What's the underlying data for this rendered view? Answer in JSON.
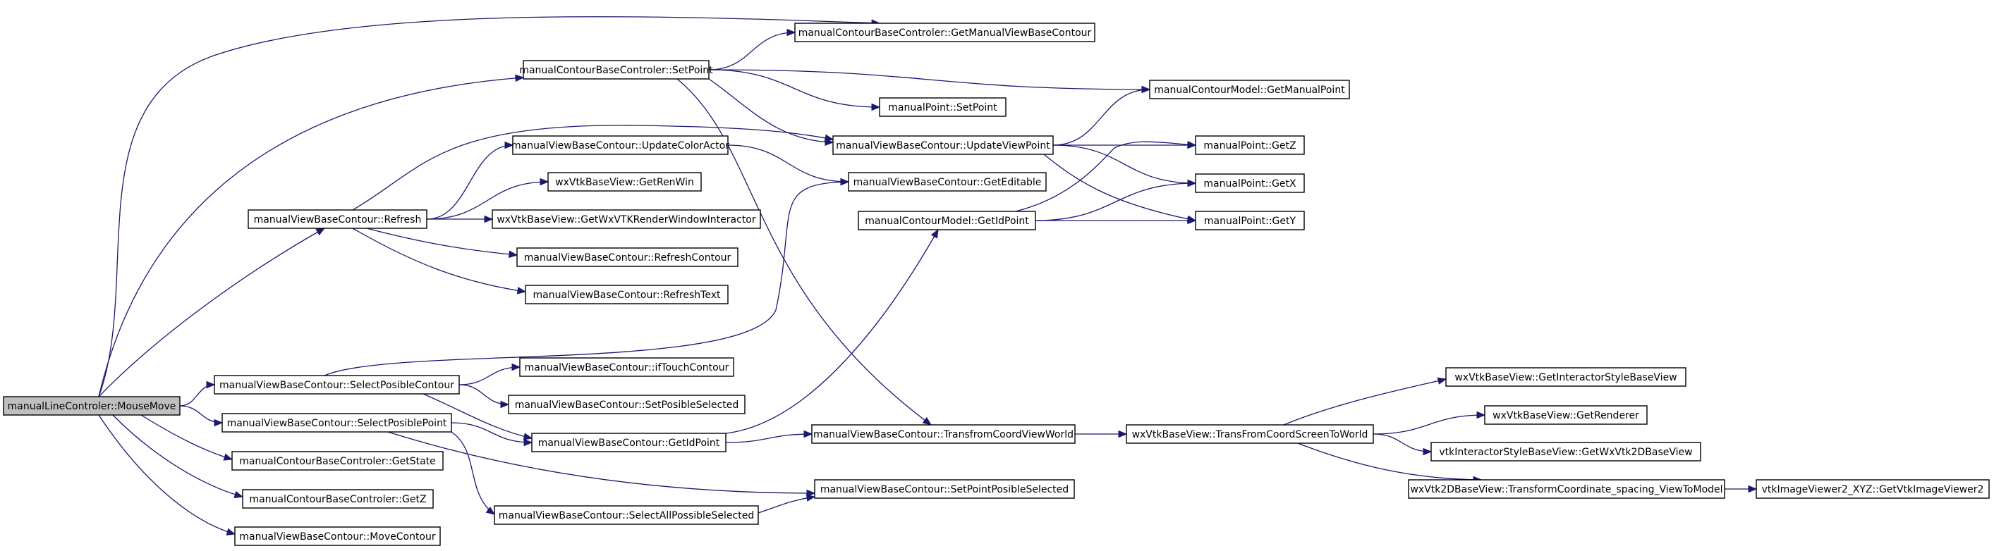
{
  "graph": {
    "root": "manualLineControler::MouseMove",
    "nodes": [
      {
        "id": "root",
        "label": "manualLineControler::MouseMove"
      },
      {
        "id": "getManualViewBaseContour",
        "label": "manualContourBaseControler::GetManualViewBaseContour"
      },
      {
        "id": "setPoint",
        "label": "manualContourBaseControler::SetPoint"
      },
      {
        "id": "getManualPoint",
        "label": "manualContourModel::GetManualPoint"
      },
      {
        "id": "manualPointSetPoint",
        "label": "manualPoint::SetPoint"
      },
      {
        "id": "updateColorActor",
        "label": "manualViewBaseContour::UpdateColorActor"
      },
      {
        "id": "updateViewPoint",
        "label": "manualViewBaseContour::UpdateViewPoint"
      },
      {
        "id": "getZ",
        "label": "manualPoint::GetZ"
      },
      {
        "id": "getRenWin",
        "label": "wxVtkBaseView::GetRenWin"
      },
      {
        "id": "getEditable",
        "label": "manualViewBaseContour::GetEditable"
      },
      {
        "id": "getX",
        "label": "manualPoint::GetX"
      },
      {
        "id": "refresh",
        "label": "manualViewBaseContour::Refresh"
      },
      {
        "id": "getWxVTKRenderWindowInteractor",
        "label": "wxVtkBaseView::GetWxVTKRenderWindowInteractor"
      },
      {
        "id": "getIdPointModel",
        "label": "manualContourModel::GetIdPoint"
      },
      {
        "id": "getY",
        "label": "manualPoint::GetY"
      },
      {
        "id": "refreshContour",
        "label": "manualViewBaseContour::RefreshContour"
      },
      {
        "id": "refreshText",
        "label": "manualViewBaseContour::RefreshText"
      },
      {
        "id": "ifTouchContour",
        "label": "manualViewBaseContour::ifTouchContour"
      },
      {
        "id": "selectPosibleContour",
        "label": "manualViewBaseContour::SelectPosibleContour"
      },
      {
        "id": "getInteractorStyleBaseView",
        "label": "wxVtkBaseView::GetInteractorStyleBaseView"
      },
      {
        "id": "setPosibleSelected",
        "label": "manualViewBaseContour::SetPosibleSelected"
      },
      {
        "id": "getRenderer",
        "label": "wxVtkBaseView::GetRenderer"
      },
      {
        "id": "selectPosiblePoint",
        "label": "manualViewBaseContour::SelectPosiblePoint"
      },
      {
        "id": "transfromCoordViewWorld",
        "label": "manualViewBaseContour::TransfromCoordViewWorld"
      },
      {
        "id": "transFromCoordScreenToWorld",
        "label": "wxVtkBaseView::TransFromCoordScreenToWorld"
      },
      {
        "id": "getIdPointView",
        "label": "manualViewBaseContour::GetIdPoint"
      },
      {
        "id": "getWxVtk2DBaseView",
        "label": "vtkInteractorStyleBaseView::GetWxVtk2DBaseView"
      },
      {
        "id": "getState",
        "label": "manualContourBaseControler::GetState"
      },
      {
        "id": "transformCoordinateSpacing",
        "label": "wxVtk2DBaseView::TransformCoordinate_spacing_ViewToModel"
      },
      {
        "id": "getVtkImageViewer2",
        "label": "vtkImageViewer2_XYZ::GetVtkImageViewer2"
      },
      {
        "id": "setPointPosibleSelected",
        "label": "manualViewBaseContour::SetPointPosibleSelected"
      },
      {
        "id": "controlerGetZ",
        "label": "manualContourBaseControler::GetZ"
      },
      {
        "id": "selectAllPossibleSelected",
        "label": "manualViewBaseContour::SelectAllPossibleSelected"
      },
      {
        "id": "moveContour",
        "label": "manualViewBaseContour::MoveContour"
      }
    ],
    "edges": [
      {
        "from": "root",
        "to": "getManualViewBaseContour"
      },
      {
        "from": "root",
        "to": "setPoint"
      },
      {
        "from": "root",
        "to": "refresh"
      },
      {
        "from": "root",
        "to": "selectPosibleContour"
      },
      {
        "from": "root",
        "to": "selectPosiblePoint"
      },
      {
        "from": "root",
        "to": "getState"
      },
      {
        "from": "root",
        "to": "controlerGetZ"
      },
      {
        "from": "root",
        "to": "moveContour"
      },
      {
        "from": "setPoint",
        "to": "getManualViewBaseContour"
      },
      {
        "from": "setPoint",
        "to": "getManualPoint"
      },
      {
        "from": "setPoint",
        "to": "manualPointSetPoint"
      },
      {
        "from": "setPoint",
        "to": "updateViewPoint"
      },
      {
        "from": "setPoint",
        "to": "transfromCoordViewWorld"
      },
      {
        "from": "refresh",
        "to": "updateViewPoint"
      },
      {
        "from": "refresh",
        "to": "updateColorActor"
      },
      {
        "from": "refresh",
        "to": "getRenWin"
      },
      {
        "from": "refresh",
        "to": "getWxVTKRenderWindowInteractor"
      },
      {
        "from": "refresh",
        "to": "refreshContour"
      },
      {
        "from": "refresh",
        "to": "refreshText"
      },
      {
        "from": "updateViewPoint",
        "to": "getManualPoint"
      },
      {
        "from": "updateViewPoint",
        "to": "getZ"
      },
      {
        "from": "updateViewPoint",
        "to": "getX"
      },
      {
        "from": "updateViewPoint",
        "to": "getY"
      },
      {
        "from": "updateColorActor",
        "to": "getEditable"
      },
      {
        "from": "getIdPointModel",
        "to": "getZ"
      },
      {
        "from": "getIdPointModel",
        "to": "getX"
      },
      {
        "from": "getIdPointModel",
        "to": "getY"
      },
      {
        "from": "selectPosibleContour",
        "to": "getEditable"
      },
      {
        "from": "selectPosibleContour",
        "to": "ifTouchContour"
      },
      {
        "from": "selectPosibleContour",
        "to": "setPosibleSelected"
      },
      {
        "from": "selectPosibleContour",
        "to": "getIdPointView"
      },
      {
        "from": "selectPosiblePoint",
        "to": "getIdPointView"
      },
      {
        "from": "selectPosiblePoint",
        "to": "setPointPosibleSelected"
      },
      {
        "from": "selectPosiblePoint",
        "to": "selectAllPossibleSelected"
      },
      {
        "from": "getIdPointView",
        "to": "getIdPointModel"
      },
      {
        "from": "getIdPointView",
        "to": "transfromCoordViewWorld"
      },
      {
        "from": "selectAllPossibleSelected",
        "to": "setPointPosibleSelected"
      },
      {
        "from": "transfromCoordViewWorld",
        "to": "transFromCoordScreenToWorld"
      },
      {
        "from": "transFromCoordScreenToWorld",
        "to": "getInteractorStyleBaseView"
      },
      {
        "from": "transFromCoordScreenToWorld",
        "to": "getRenderer"
      },
      {
        "from": "transFromCoordScreenToWorld",
        "to": "getWxVtk2DBaseView"
      },
      {
        "from": "transFromCoordScreenToWorld",
        "to": "transformCoordinateSpacing"
      },
      {
        "from": "transformCoordinateSpacing",
        "to": "getVtkImageViewer2"
      }
    ],
    "colors": {
      "edge": "#191970",
      "node_border": "#000000",
      "node_fill": "#ffffff",
      "root_fill": "#bfbfbf",
      "background": "#ffffff"
    }
  }
}
